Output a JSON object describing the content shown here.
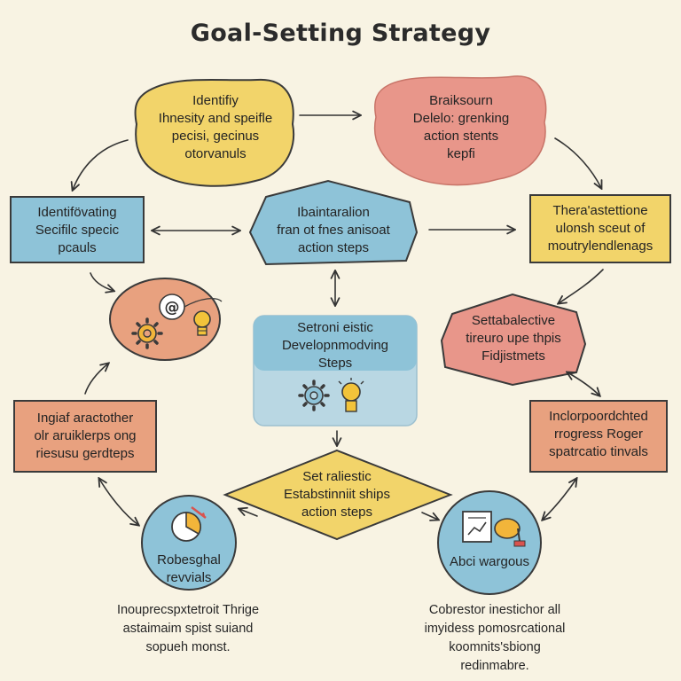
{
  "title": "Goal-Setting Strategy",
  "colors": {
    "background": "#f8f3e3",
    "yellow": "#f2d46a",
    "pink": "#e8968a",
    "blue": "#8ec3d8",
    "salmon": "#e8a17f",
    "outline": "#3a3a3a"
  },
  "nodes": {
    "identify_blob": {
      "lines": [
        "Identifiy",
        "Ihnesity and speifle",
        "pecisi, gecinus",
        "otorvanuls"
      ]
    },
    "brainstorm_blob": {
      "lines": [
        "Braiksourn",
        "Delelo: grenking",
        "action stents",
        "kepfi"
      ]
    },
    "left_box": {
      "lines": [
        "Identifövating",
        "Secifilc specic",
        "pcauls"
      ]
    },
    "center_hex": {
      "lines": [
        "Ibaintaralion",
        "fran ot fnes anisoat",
        "action steps"
      ]
    },
    "right_box": {
      "lines": [
        "Thera'astettione",
        "ulonsh sceut of",
        "moutrylendlenags"
      ]
    },
    "center_card": {
      "lines": [
        "Setroni eistic",
        "Developnmodving",
        "Steps"
      ]
    },
    "right_hex": {
      "lines": [
        "Settabalective",
        "tireuro upe thpis",
        "Fidjistmets"
      ]
    },
    "left_lower_box": {
      "lines": [
        "Ingiaf aractother",
        "olr aruiklerps ong",
        "riesusu gerdteps"
      ]
    },
    "right_lower_box": {
      "lines": [
        "Inclorpoordchted",
        "rrogress Roger",
        "spatrcatio tinvals"
      ]
    },
    "diamond": {
      "lines": [
        "Set raliestic",
        "Estabstinniit ships",
        "action steps"
      ]
    },
    "left_circle": {
      "lines": [
        "Robesghal",
        "revvials"
      ]
    },
    "right_circle": {
      "lines": [
        "Abci wargous"
      ]
    }
  },
  "captions": {
    "left": {
      "lines": [
        "Inoupreсspxtetroit  Thrige",
        "astaimaim spist suiand",
        "sopueh monst."
      ]
    },
    "right": {
      "lines": [
        "Cobrestor inestichor all",
        "imyidess pomosrcational",
        "koomnits'sbiong",
        "redinmabre."
      ]
    }
  },
  "icons": [
    "gear-icon",
    "at-sign-icon",
    "lightbulb-icon",
    "pie-chart-icon",
    "document-chart-icon",
    "magnifier-icon"
  ]
}
